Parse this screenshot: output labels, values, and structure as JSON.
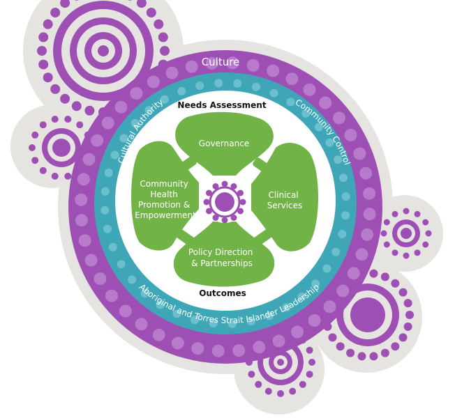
{
  "rings": {
    "outer_label": "Culture",
    "top_label": "Needs Assessment",
    "bottom_label": "Outcomes",
    "left_arc_label": "Cultural Authority",
    "right_arc_label": "Community Control",
    "bottom_arc_label": "Aboriginal and Torres Strait Islander Leadership"
  },
  "petals": {
    "top": [
      "Governance"
    ],
    "left": [
      "Community",
      "Health",
      "Promotion &",
      "Empowerment"
    ],
    "right": [
      "Clinical",
      "Services"
    ],
    "bottom": [
      "Policy Direction",
      "& Partnerships"
    ]
  },
  "colors": {
    "outer_purple": "#9d4fb4",
    "teal": "#3fa6b8",
    "green": "#72b347",
    "background_grey": "#e6e4e0"
  }
}
